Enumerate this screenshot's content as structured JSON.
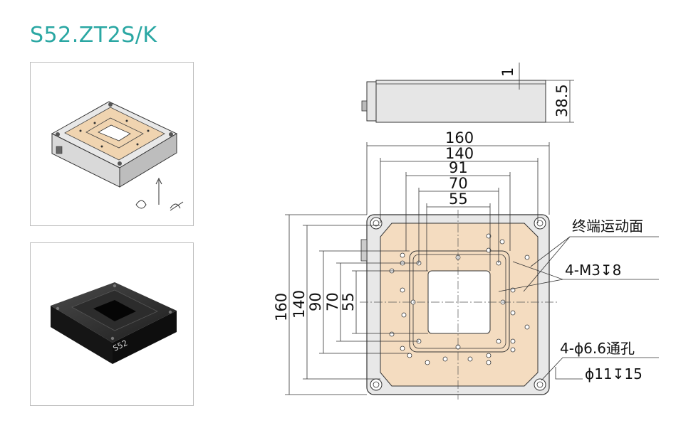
{
  "title": "S52.ZT2S/K",
  "photo_label": "S52",
  "dims": {
    "d160": "160",
    "d140": "140",
    "d91": "91",
    "d70": "70",
    "d55": "55",
    "v160": "160",
    "v140": "140",
    "v90": "90",
    "v70": "70",
    "v55": "55",
    "side_height": "38.5",
    "side_top": "1"
  },
  "annotations": {
    "end_surface": "终端运动面",
    "m3": "4-M3↧8",
    "hole": "4-ϕ6.6通孔",
    "counterbore": "ϕ11↧15"
  }
}
